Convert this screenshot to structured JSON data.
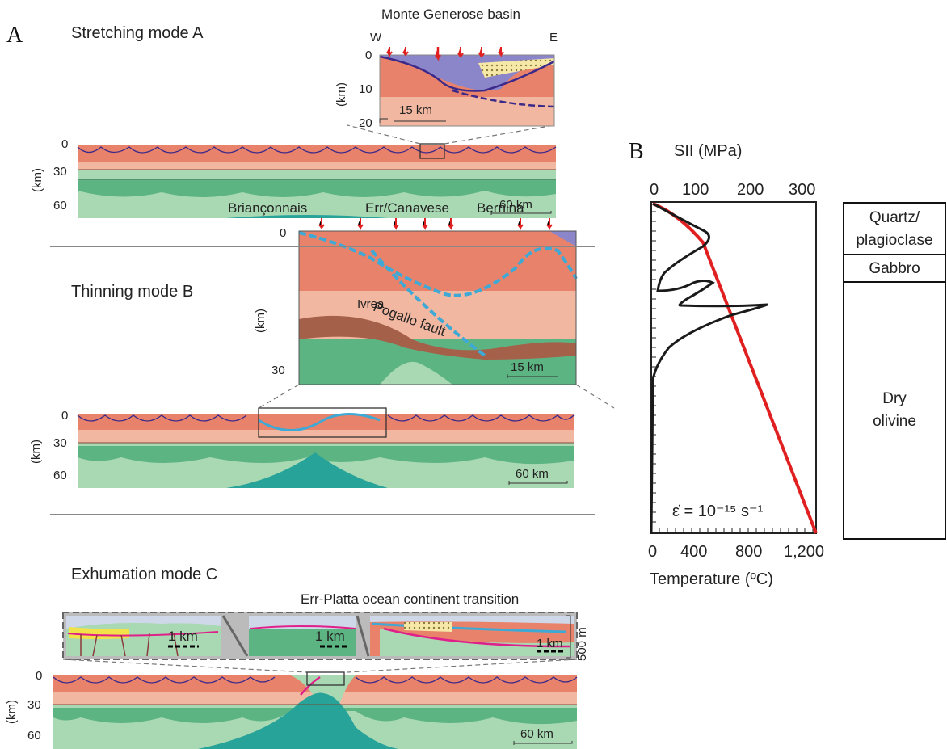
{
  "panel_a": {
    "letter": "A",
    "mode_a": {
      "title": "Stretching mode A",
      "inset_title": "Monte Generose basin",
      "inset_w": "W",
      "inset_e": "E",
      "inset_ticks": [
        "0",
        "10",
        "20"
      ],
      "inset_unit": "(km)",
      "inset_scale": "15 km",
      "main_ticks": [
        "0",
        "30",
        "60"
      ],
      "main_unit": "(km)",
      "main_scale": "60 km"
    },
    "mode_b": {
      "title": "Thinning mode B",
      "labels": [
        "Briançonnais",
        "Err/Canavese",
        "Bernina"
      ],
      "ivrea": "Ivrea",
      "fault": "Pogallo fault",
      "inset_ticks": [
        "0",
        "30"
      ],
      "inset_unit": "(km)",
      "inset_scale": "15 km",
      "main_ticks": [
        "0",
        "30",
        "60"
      ],
      "main_unit": "(km)",
      "main_scale": "60 km"
    },
    "mode_c": {
      "title": "Exhumation mode C",
      "transition_title": "Err-Platta ocean continent transition",
      "inset_scale_1": "1 km",
      "inset_scale_2": "1 km",
      "inset_scale_3": "1 km",
      "vertical_scale": "500 m",
      "main_ticks": [
        "0",
        "30",
        "60"
      ],
      "main_unit": "(km)",
      "main_scale": "60 km"
    }
  },
  "panel_b": {
    "letter": "B",
    "top_axis_label": "SII (MPa)",
    "top_ticks": [
      "0",
      "100",
      "200",
      "300"
    ],
    "bottom_ticks": [
      "0",
      "400",
      "800",
      "1,200"
    ],
    "bottom_axis_label": "Temperature (ºC)",
    "strain_rate": "ε̇ = 10⁻¹⁵ s⁻¹",
    "lithology": [
      "Quartz/ plagioclase",
      "Gabbro",
      "Dry olivine"
    ]
  },
  "colors": {
    "crust_upper": "#e9826a",
    "crust_lower": "#f2b7a0",
    "mantle": "#5db483",
    "mantle_light": "#a9d9b3",
    "asthenosphere": "#27a39a",
    "sediment": "#8b85c9",
    "fault": "#3c2a8a",
    "blue_fault": "#3fa9d6",
    "strength_curve": "#1a1a1a",
    "geotherm": "#e02020"
  }
}
